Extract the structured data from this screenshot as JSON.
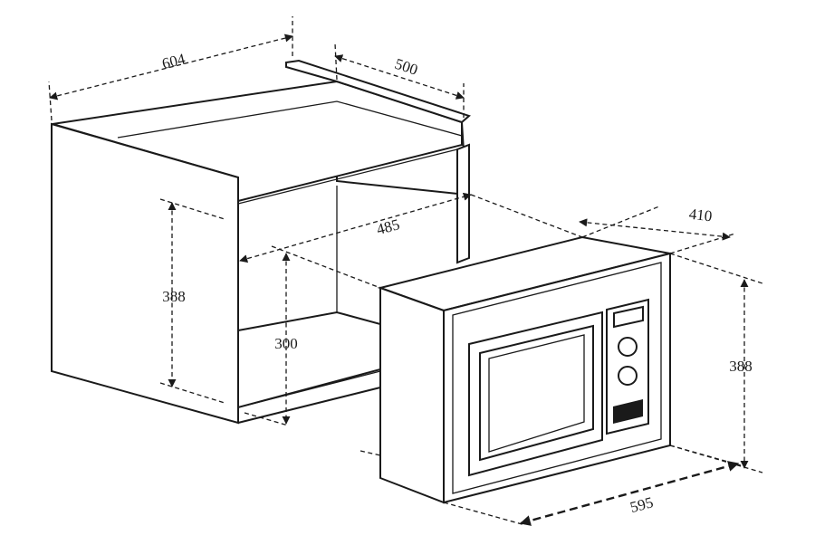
{
  "diagram": {
    "dimensions": {
      "cabinet_width": "604",
      "cabinet_depth": "500",
      "cabinet_height": "388",
      "opening_depth": "485",
      "opening_height": "300",
      "microwave_depth": "410",
      "microwave_height": "388",
      "microwave_width": "595"
    }
  }
}
